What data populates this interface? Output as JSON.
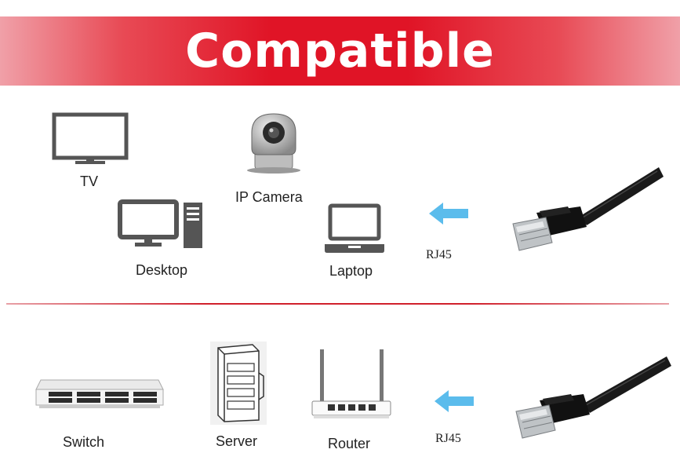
{
  "banner": {
    "title": "Compatible"
  },
  "top_section": {
    "devices": [
      {
        "label": "TV",
        "icon": "tv-icon"
      },
      {
        "label": "IP Camera",
        "icon": "ip-camera-icon"
      },
      {
        "label": "Desktop",
        "icon": "desktop-icon"
      },
      {
        "label": "Laptop",
        "icon": "laptop-icon"
      }
    ],
    "connector_label": "RJ45",
    "arrow_color": "#5bbcec"
  },
  "bottom_section": {
    "devices": [
      {
        "label": "Switch",
        "icon": "switch-icon"
      },
      {
        "label": "Server",
        "icon": "server-icon"
      },
      {
        "label": "Router",
        "icon": "router-icon"
      }
    ],
    "connector_label": "RJ45",
    "arrow_color": "#5bbcec"
  },
  "colors": {
    "banner_red": "#e01426",
    "divider_red": "#d0202c",
    "icon_gray": "#555555"
  }
}
